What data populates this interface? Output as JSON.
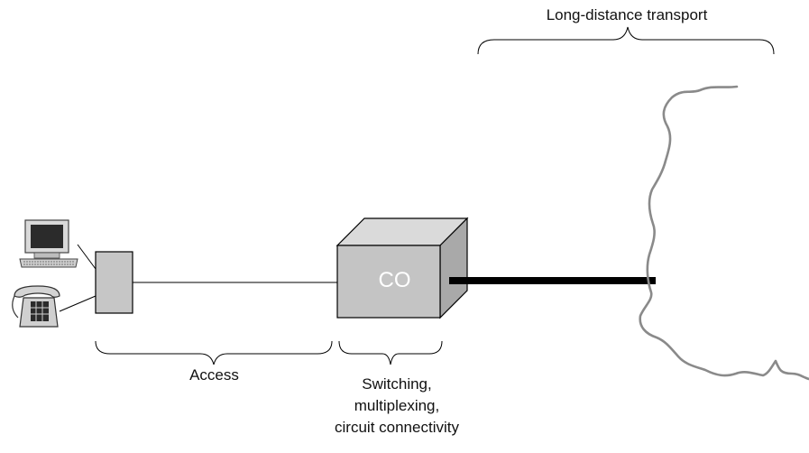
{
  "labels": {
    "long_distance": "Long-distance transport",
    "access": "Access",
    "switching_line1": "Switching,",
    "switching_line2": "multiplexing,",
    "switching_line3": "circuit connectivity",
    "co": "CO"
  },
  "colors": {
    "box_face": "#c4c4c4",
    "box_top": "#dadada",
    "box_side": "#a9a9a9",
    "cloud_stroke": "#8a8a8a",
    "trunk_line": "#000000"
  },
  "icons": [
    "computer-terminal-icon",
    "telephone-icon"
  ]
}
